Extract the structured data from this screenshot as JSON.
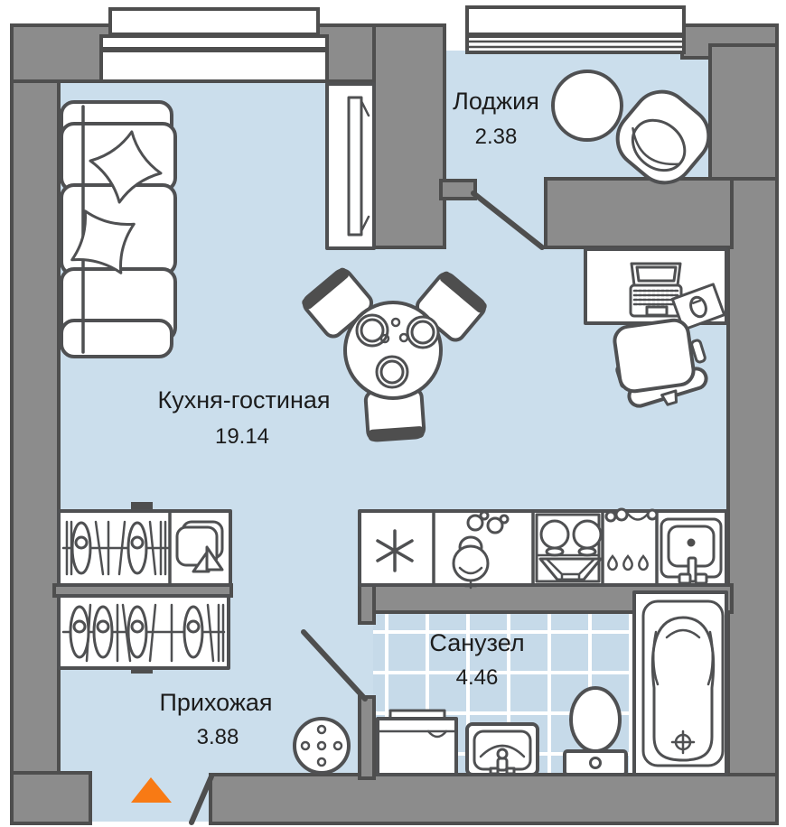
{
  "plan": {
    "type": "apartment-floor-plan",
    "rooms": [
      {
        "id": "loggia",
        "name": "Лоджия",
        "area": "2.38"
      },
      {
        "id": "kitchen-living",
        "name": "Кухня-гостиная",
        "area": "19.14"
      },
      {
        "id": "bathroom",
        "name": "Санузел",
        "area": "4.46"
      },
      {
        "id": "hallway",
        "name": "Прихожая",
        "area": "3.88"
      }
    ],
    "markers": {
      "entrance": "orange-triangle-up"
    },
    "colors": {
      "wall_fill": "#8C8C8C",
      "wall_outline": "#4E4E4E",
      "floor": "#CBDEEC",
      "bathroom_tile": "#C6DAE9",
      "tile_grout": "#FFFFFF",
      "furniture_fill": "#FFFFFF",
      "furniture_outline": "#4F5052",
      "entrance_accent": "#F87A14",
      "label_text": "#1C1C1C"
    }
  }
}
